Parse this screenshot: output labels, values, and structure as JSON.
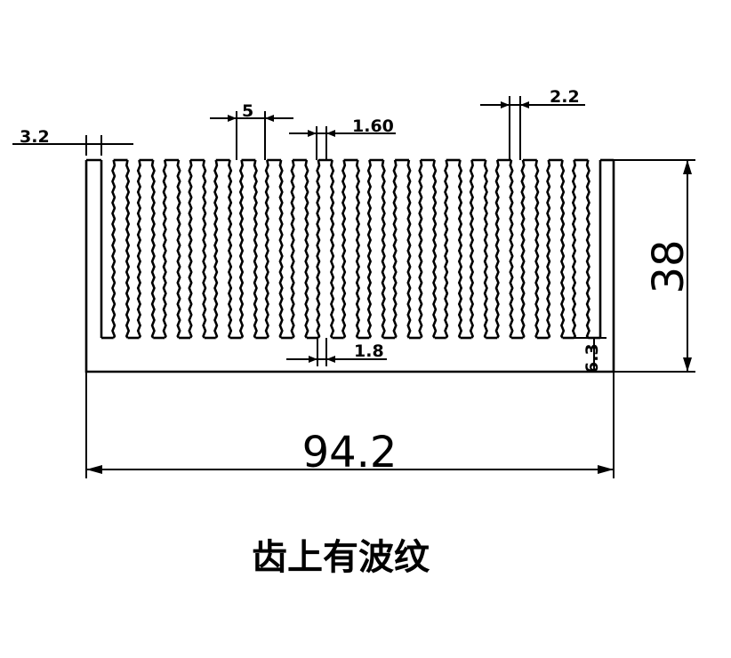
{
  "drawing": {
    "fin_count": 19,
    "dimensions": {
      "base_wall": "3.2",
      "fin_pitch": "5",
      "fin_tip": "1.60",
      "fin_width": "2.2",
      "fin_root": "1.8",
      "base_thickness": "6.3",
      "height": "38",
      "width": "94.2"
    },
    "caption": "齿上有波纹"
  }
}
